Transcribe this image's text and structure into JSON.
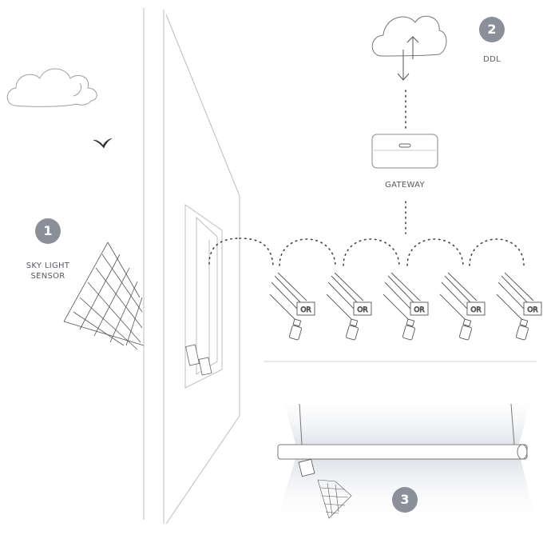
{
  "badges": {
    "sensor": "1",
    "ddl": "2",
    "fixture": "3"
  },
  "labels": {
    "sensor_line1": "SKY LIGHT",
    "sensor_line2": "SENSOR",
    "ddl": "DDL",
    "gateway": "GATEWAY"
  },
  "fixtures": {
    "tag": "OR",
    "count": 5
  },
  "colors": {
    "badge": "#8a8f99",
    "line": "#9aa0a6",
    "dots": "#444444",
    "light_fill": "#e6e9ee"
  }
}
